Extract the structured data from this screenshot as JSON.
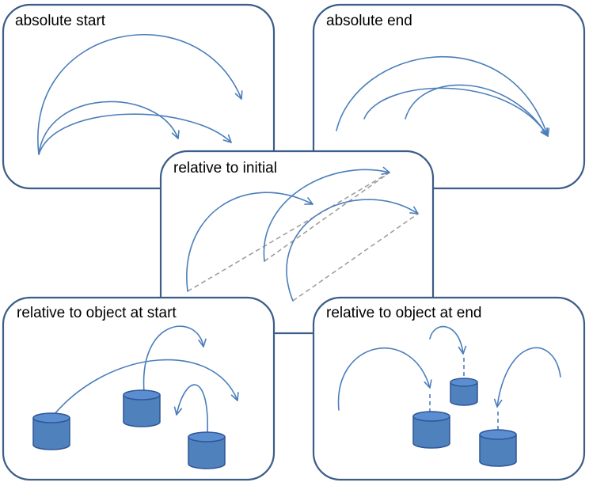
{
  "colors": {
    "panel_border": "#3b5d88",
    "arrow": "#4a7ebb",
    "cylinder_fill": "#4f81bd",
    "cylinder_stroke": "#2f5597",
    "guide_dash": "#9a9a9a"
  },
  "panels": [
    {
      "id": "absolute-start",
      "title": "absolute start"
    },
    {
      "id": "absolute-end",
      "title": "absolute end"
    },
    {
      "id": "relative-to-initial",
      "title": "relative to initial"
    },
    {
      "id": "relative-to-object-at-start",
      "title": "relative to object at start"
    },
    {
      "id": "relative-to-object-at-end",
      "title": "relative to object at end"
    }
  ],
  "icons": {
    "object": "cylinder-icon",
    "arrowhead": "open-arrowhead-icon"
  }
}
